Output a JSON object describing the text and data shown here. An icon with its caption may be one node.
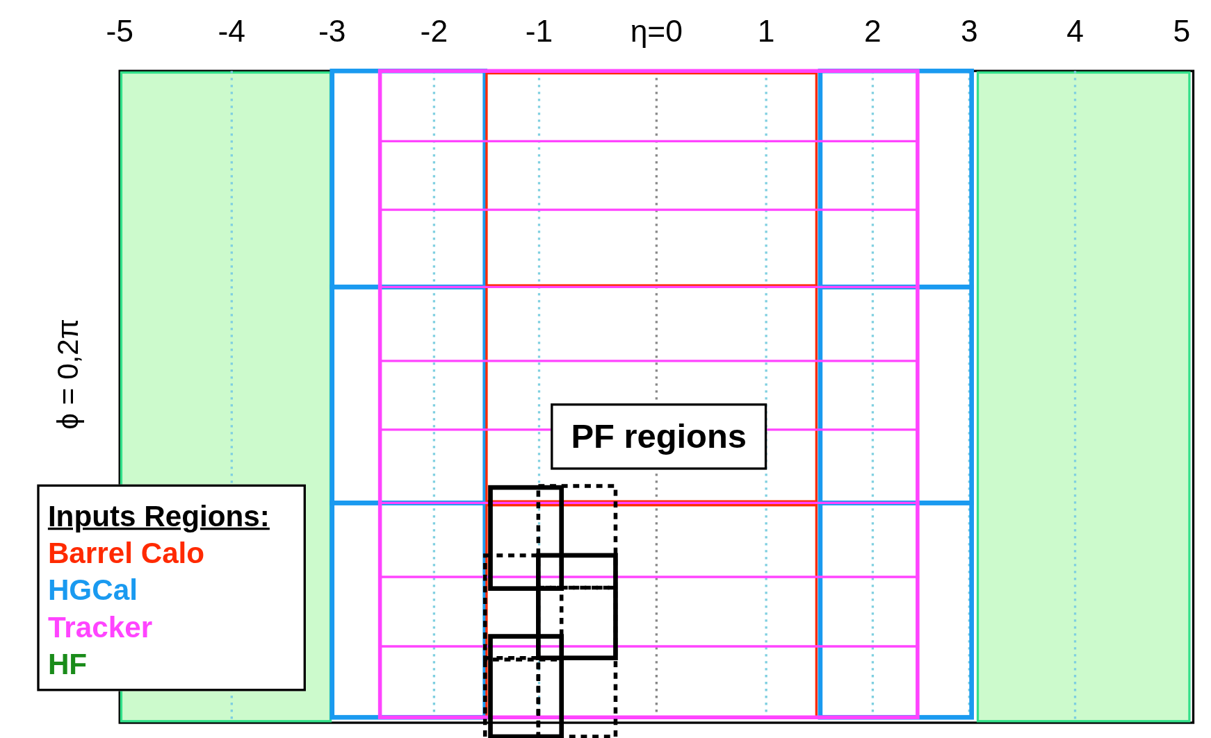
{
  "diagram": {
    "nodes": [
      {
        "text": [
          "PF regions"
        ]
      }
    ],
    "edges": [],
    "labels": [
      "-5",
      "-4",
      "-3",
      "-2",
      "-1",
      "η=0",
      "1",
      "2",
      "3",
      "4",
      "5",
      "ϕ = 0,2π",
      "Inputs Regions:"
    ],
    "legend": [
      {
        "text": "Barrel Calo",
        "color": "#ff2a00"
      },
      {
        "text": "HGCal",
        "color": "#1a9af0"
      },
      {
        "text": "Tracker",
        "color": "#ff44ff"
      },
      {
        "text": "HF",
        "color": "#1a8c1a"
      }
    ]
  }
}
